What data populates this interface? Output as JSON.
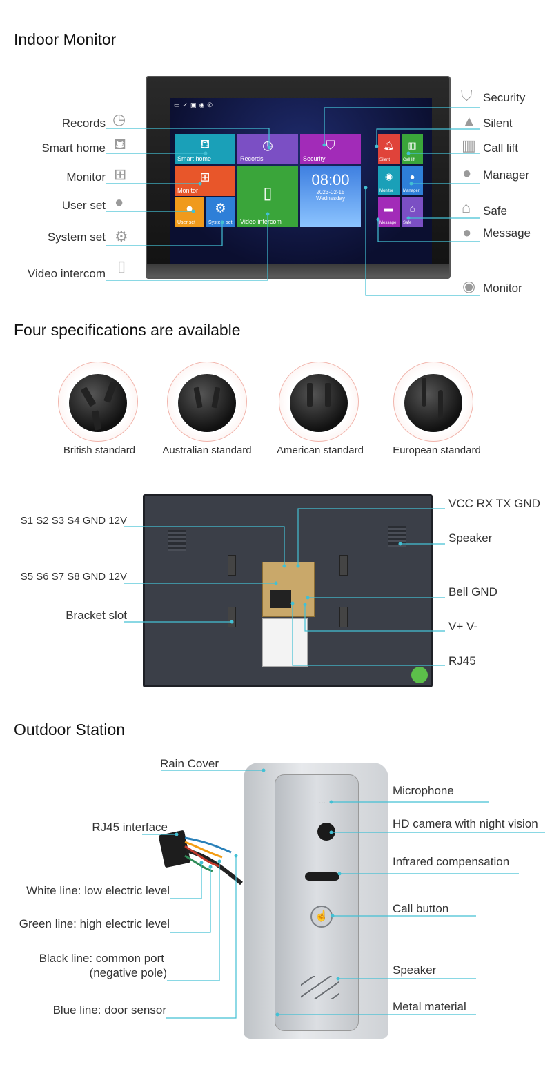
{
  "sections": {
    "indoor": "Indoor Monitor",
    "specs": "Four specifications are available",
    "outdoor": "Outdoor Station"
  },
  "monitor": {
    "left_labels": [
      "Records",
      "Smart home",
      "Monitor",
      "User set",
      "System set",
      "Video intercom"
    ],
    "right_labels": [
      "Security",
      "Silent",
      "Call lift",
      "Manager",
      "Safe",
      "Message",
      "Monitor"
    ],
    "screen": {
      "tiles": {
        "smart_home": "Smart home",
        "records": "Records",
        "security": "Security",
        "monitor": "Monitor",
        "video_intercom": "Video intercom",
        "user_set": "User set",
        "system_set": "System set",
        "silent": "Silent",
        "call_lift": "Call lift",
        "monitor2": "Monitor",
        "manager": "Manager",
        "message": "Message",
        "safe": "Safe"
      },
      "time": "08:00",
      "date": "2023-02-15",
      "weekday": "Wednesday"
    }
  },
  "plugs": [
    "British standard",
    "Australian standard",
    "American standard",
    "European standard"
  ],
  "back_panel": {
    "left_labels": [
      "S1 S2 S3 S4 GND 12V",
      "S5 S6 S7 S8 GND 12V",
      "Bracket slot"
    ],
    "right_labels": [
      "VCC RX TX GND",
      "Speaker",
      "Bell GND",
      "V+ V-",
      "RJ45"
    ]
  },
  "outdoor": {
    "left_labels": [
      "Rain Cover",
      "RJ45 interface",
      "White line: low electric level",
      "Green line: high electric level",
      "Black line: common port",
      "(negative pole)",
      "Blue line: door sensor"
    ],
    "right_labels": [
      "Microphone",
      "HD camera with night vision",
      "Infrared compensation",
      "Call button",
      "Speaker",
      "Metal material"
    ]
  },
  "colors": {
    "accent_line": "#43c0d4",
    "tile_teal": "#1aa0b8",
    "tile_purple": "#7b4fc4",
    "tile_magenta": "#a22bb8",
    "tile_orange": "#e8562a",
    "tile_green": "#3aa53a",
    "tile_blue": "#2e7fd8",
    "tile_red": "#e0433a"
  },
  "icons": [
    "clock-icon",
    "sofa-icon",
    "network-icon",
    "user-icon",
    "gear-icon",
    "walkie-talkie-icon",
    "shield-icon",
    "bell-icon",
    "elevator-icon",
    "manager-icon",
    "house-icon",
    "chat-icon",
    "camera-icon"
  ]
}
